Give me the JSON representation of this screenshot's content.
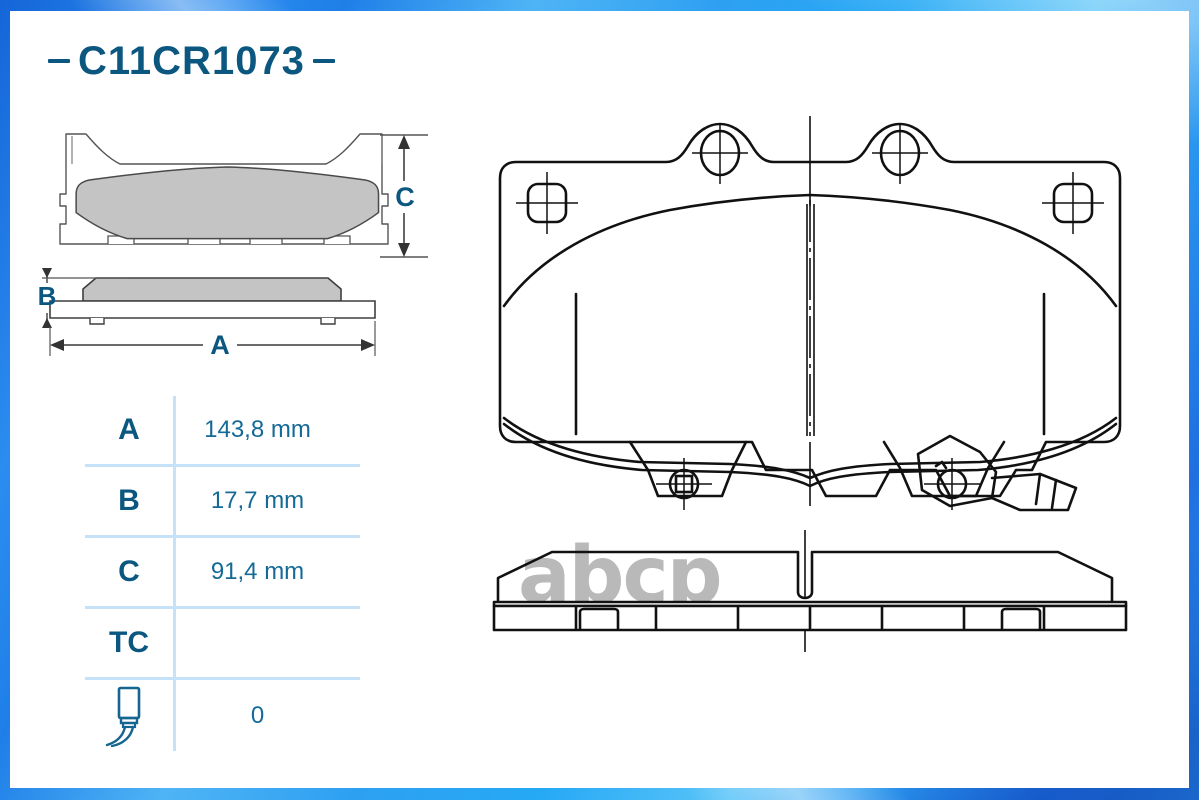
{
  "title": {
    "code": "C11CR1073",
    "left_dash": "–",
    "right_dash": "–"
  },
  "watermark": {
    "text": "abcp"
  },
  "dimension_labels": {
    "a": "A",
    "b": "B",
    "c": "C"
  },
  "spec_table": {
    "rows": [
      {
        "key": "A",
        "value": "143,8 mm",
        "icon": ""
      },
      {
        "key": "B",
        "value": "17,7 mm",
        "icon": ""
      },
      {
        "key": "C",
        "value": "91,4 mm",
        "icon": ""
      },
      {
        "key": "TC",
        "value": "",
        "icon": ""
      },
      {
        "key": "",
        "value": "0",
        "icon": "wear-sensor-icon"
      }
    ]
  },
  "colors": {
    "brand_blue": "#0b5780",
    "value_blue": "#146a96",
    "table_line": "#c6e2f9",
    "frame_blue": "#2b9bf0",
    "friction_gray": "#c4c4c4",
    "line_black": "#1a1a1a",
    "watermark_gray": "#b9b9b9"
  },
  "views": {
    "front_view": "brake-pad-front-view",
    "side_view": "brake-pad-side-view",
    "main_view": "brake-pad-backing-plate-plan-view",
    "bottom_view": "brake-pad-edge-section-view"
  }
}
